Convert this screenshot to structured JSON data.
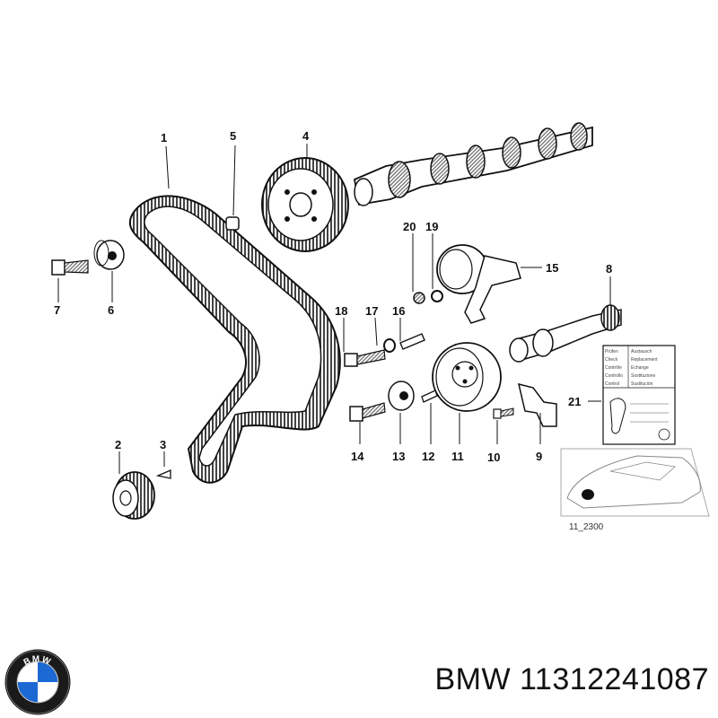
{
  "diagram": {
    "reference_code": "11_2300",
    "callouts": {
      "c1": "1",
      "c2": "2",
      "c3": "3",
      "c4": "4",
      "c5": "5",
      "c6": "6",
      "c7": "7",
      "c8": "8",
      "c9": "9",
      "c10": "10",
      "c11": "11",
      "c12": "12",
      "c13": "13",
      "c14": "14",
      "c15": "15",
      "c16": "16",
      "c17": "17",
      "c18": "18",
      "c19": "19",
      "c20": "20",
      "c21": "21"
    },
    "label_card_rows": [
      "Prüfen",
      "Check",
      "Contrôle",
      "Controllo",
      "Control"
    ],
    "label_card_values": [
      "Austausch",
      "Replacement",
      "Echange",
      "Sostituzione",
      "Sustitución"
    ]
  },
  "brand": {
    "logo_text": "BMW",
    "caption": "BMW 11312241087"
  },
  "colors": {
    "ink": "#111111",
    "logo_blue": "#1c69d4",
    "logo_ring": "#1a1a1a",
    "hatch": "#555555"
  }
}
